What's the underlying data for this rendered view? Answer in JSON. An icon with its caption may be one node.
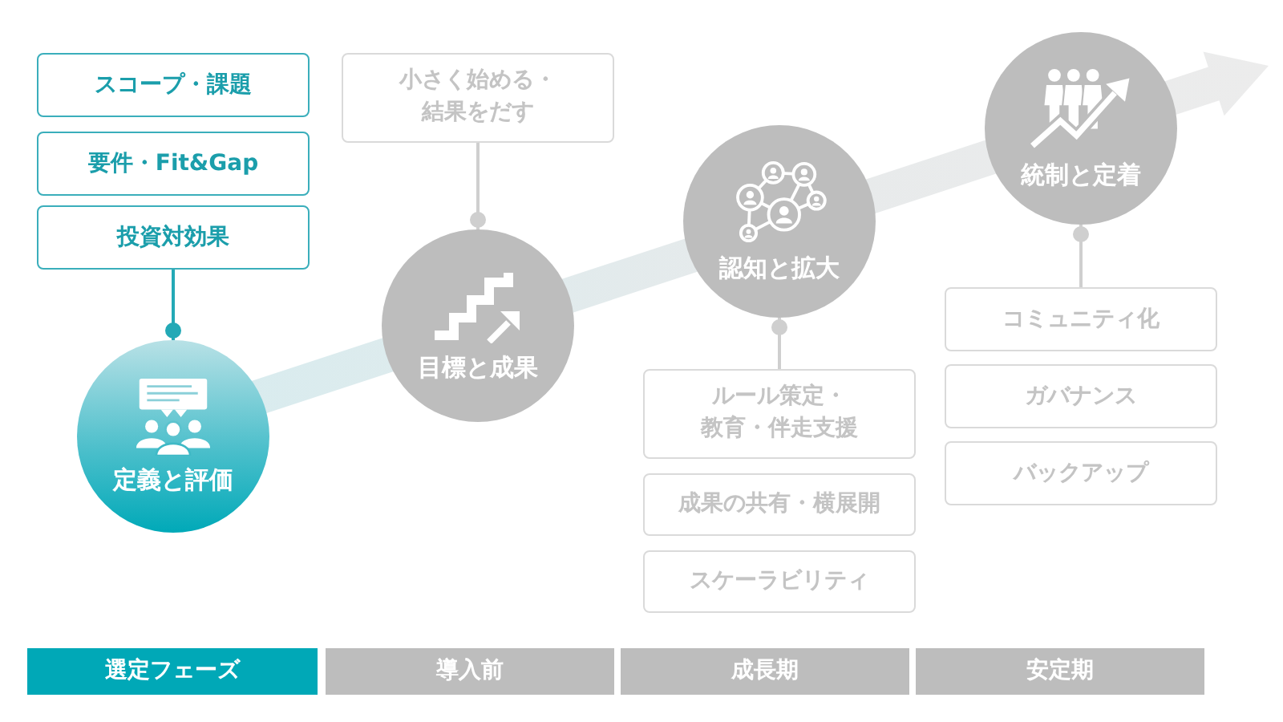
{
  "diagram": {
    "nodes": [
      {
        "text": [
          "スコープ・課題"
        ]
      },
      {
        "text": [
          "要件・Fit&Gap"
        ]
      },
      {
        "text": [
          "投資対効果"
        ]
      },
      {
        "text": [
          "定義と評価"
        ]
      },
      {
        "text": [
          "小さく始める・結果をだす"
        ]
      },
      {
        "text": [
          "目標と成果"
        ]
      },
      {
        "text": [
          "認知と拡大"
        ]
      },
      {
        "text": [
          "ルール策定・教育・伴走支援"
        ]
      },
      {
        "text": [
          "成果の共有・横展開"
        ]
      },
      {
        "text": [
          "スケーラビリティ"
        ]
      },
      {
        "text": [
          "統制と定着"
        ]
      },
      {
        "text": [
          "コミュニティ化"
        ]
      },
      {
        "text": [
          "ガバナンス"
        ]
      },
      {
        "text": [
          "バックアップ"
        ]
      },
      {
        "text": [
          "選定フェーズ"
        ]
      },
      {
        "text": [
          "導入前"
        ]
      },
      {
        "text": [
          "成長期"
        ]
      },
      {
        "text": [
          "安定期"
        ]
      }
    ],
    "edges": [
      {
        "from": 2,
        "to": 3,
        "arrow": "other",
        "color": "#23a9b6"
      },
      {
        "from": 4,
        "to": 5,
        "arrow": "other"
      },
      {
        "from": 7,
        "to": 6,
        "arrow": "other"
      },
      {
        "from": 11,
        "to": 10,
        "arrow": "other"
      }
    ]
  }
}
